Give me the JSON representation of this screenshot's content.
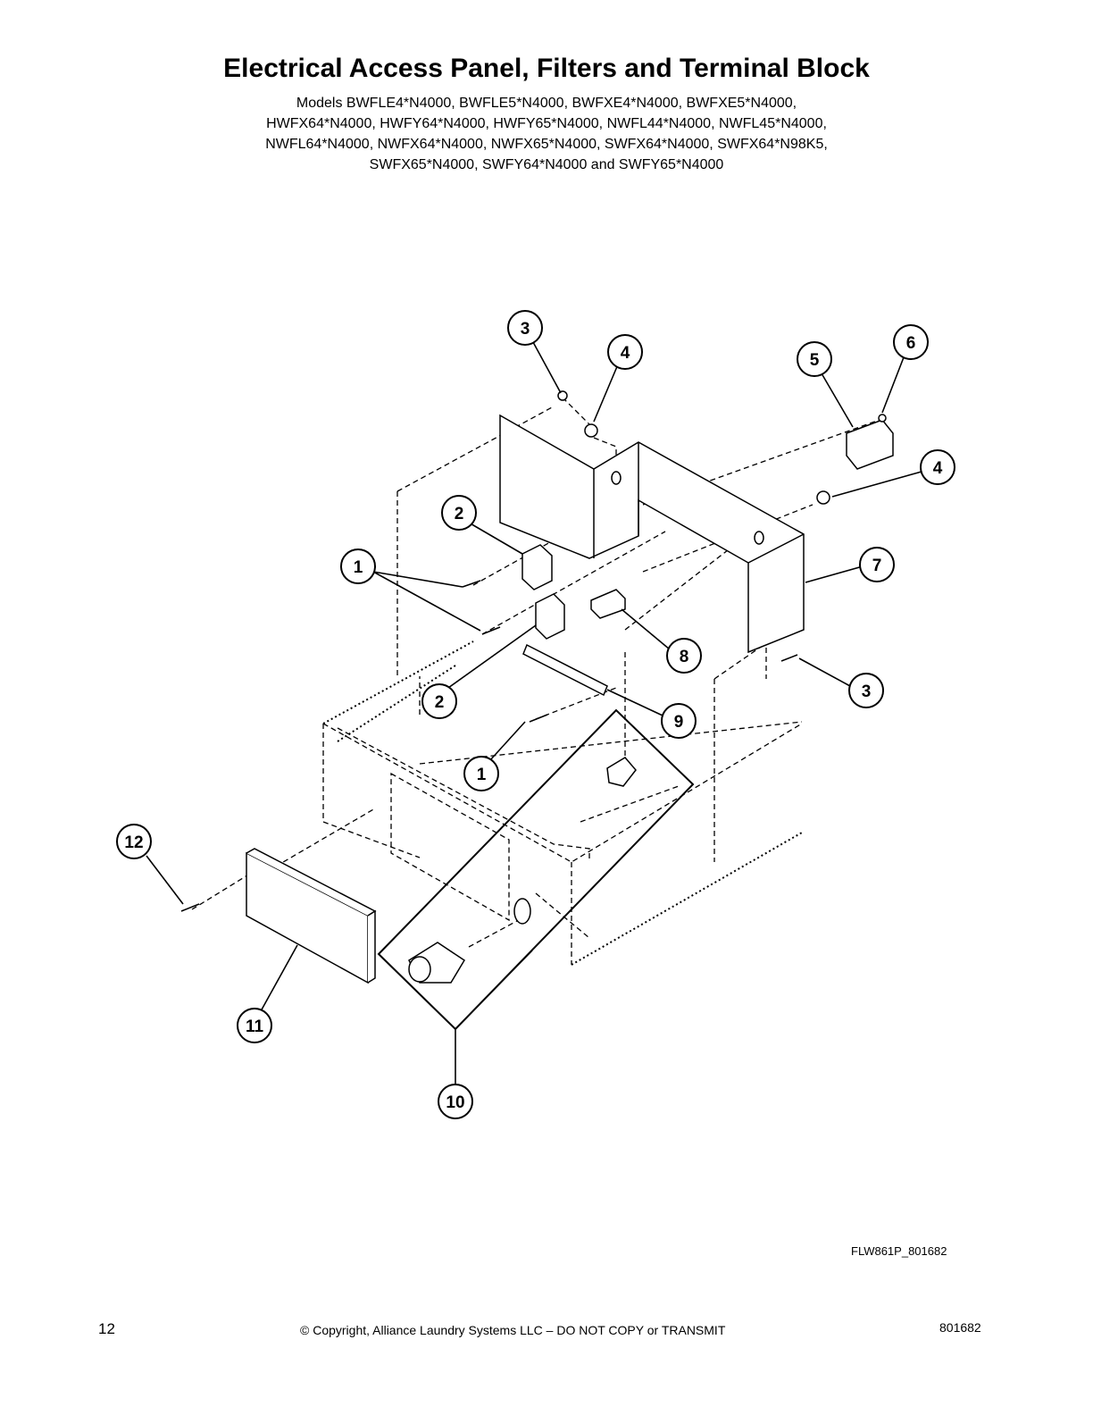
{
  "title": "Electrical Access Panel, Filters and Terminal Block",
  "models": [
    "Models BWFLE4*N4000, BWFLE5*N4000, BWFXE4*N4000, BWFXE5*N4000,",
    "HWFX64*N4000, HWFY64*N4000, HWFY65*N4000, NWFL44*N4000, NWFL45*N4000,",
    "NWFL64*N4000, NWFX64*N4000, NWFX65*N4000, SWFX64*N4000, SWFX64*N98K5,",
    "SWFX65*N4000, SWFY64*N4000 and SWFY65*N4000"
  ],
  "callouts": [
    "3",
    "4",
    "5",
    "6",
    "4",
    "2",
    "1",
    "7",
    "8",
    "2",
    "3",
    "9",
    "1",
    "12",
    "11",
    "10"
  ],
  "figure_id": "FLW861P_801682",
  "footer": {
    "page_number": "12",
    "copyright": "© Copyright, Alliance Laundry Systems LLC – DO NOT COPY or TRANSMIT",
    "doc_number": "801682"
  }
}
